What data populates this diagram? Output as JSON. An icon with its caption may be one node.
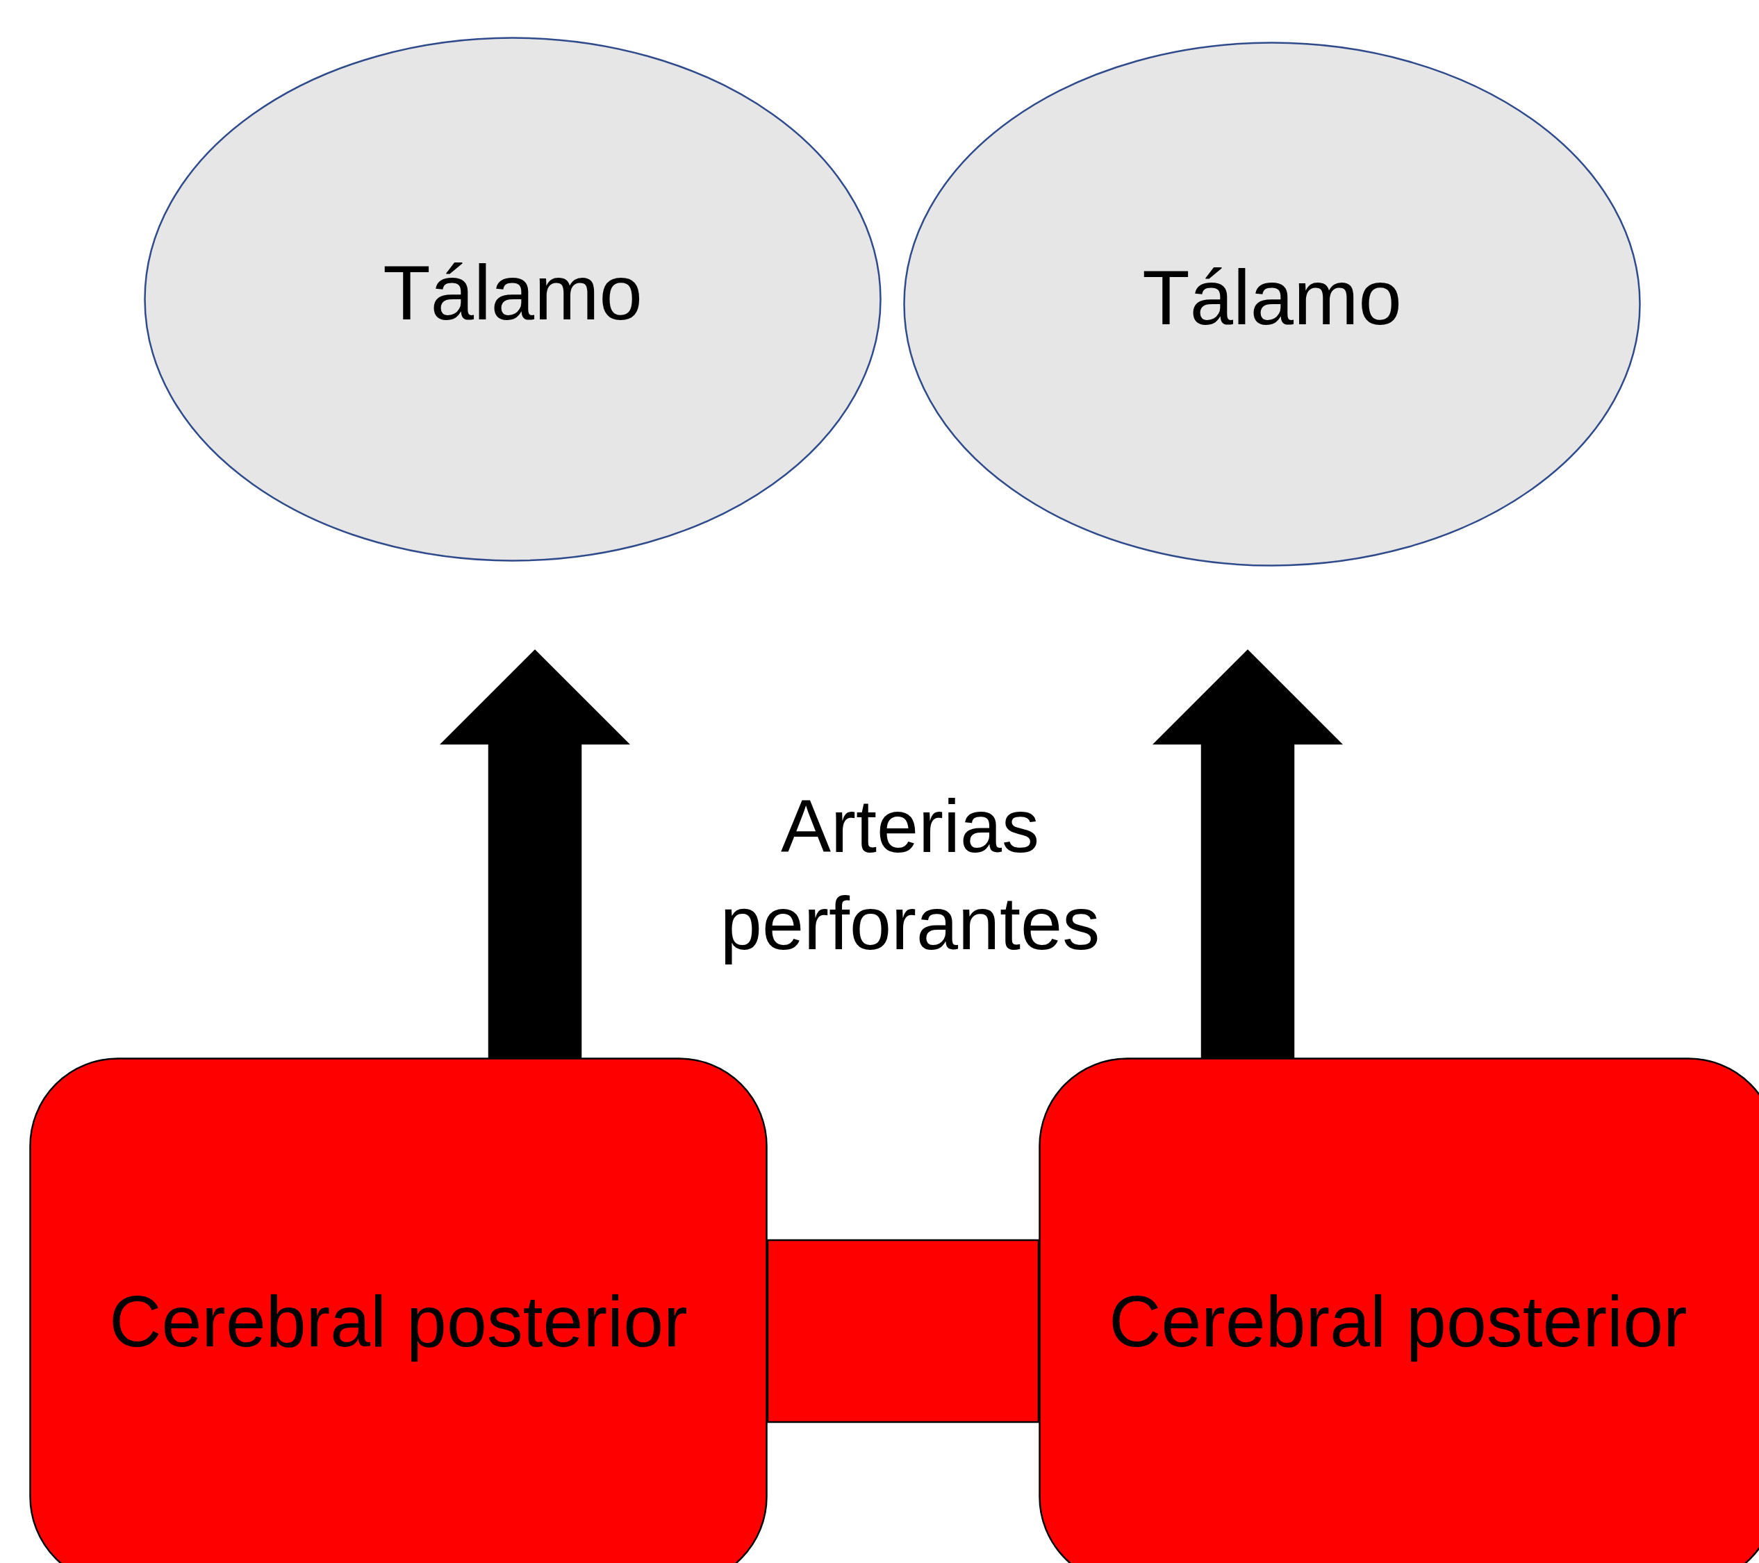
{
  "diagram": {
    "nodes": [
      {
        "text": [
          "Tálamo"
        ]
      },
      {
        "text": [
          "Tálamo"
        ]
      },
      {
        "text": [
          "Cerebral posterior"
        ]
      },
      {
        "text": [
          "Cerebral posterior"
        ]
      }
    ],
    "edges": [
      {
        "from": 2,
        "to": 0,
        "arrow": "to",
        "style": "thick"
      },
      {
        "from": 3,
        "to": 1,
        "arrow": "to",
        "style": "thick"
      },
      {
        "from": 2,
        "to": 3,
        "arrow": "none",
        "style": "thick",
        "color": "#ff0000"
      }
    ],
    "labels": [
      "Arterias perforantes"
    ]
  }
}
